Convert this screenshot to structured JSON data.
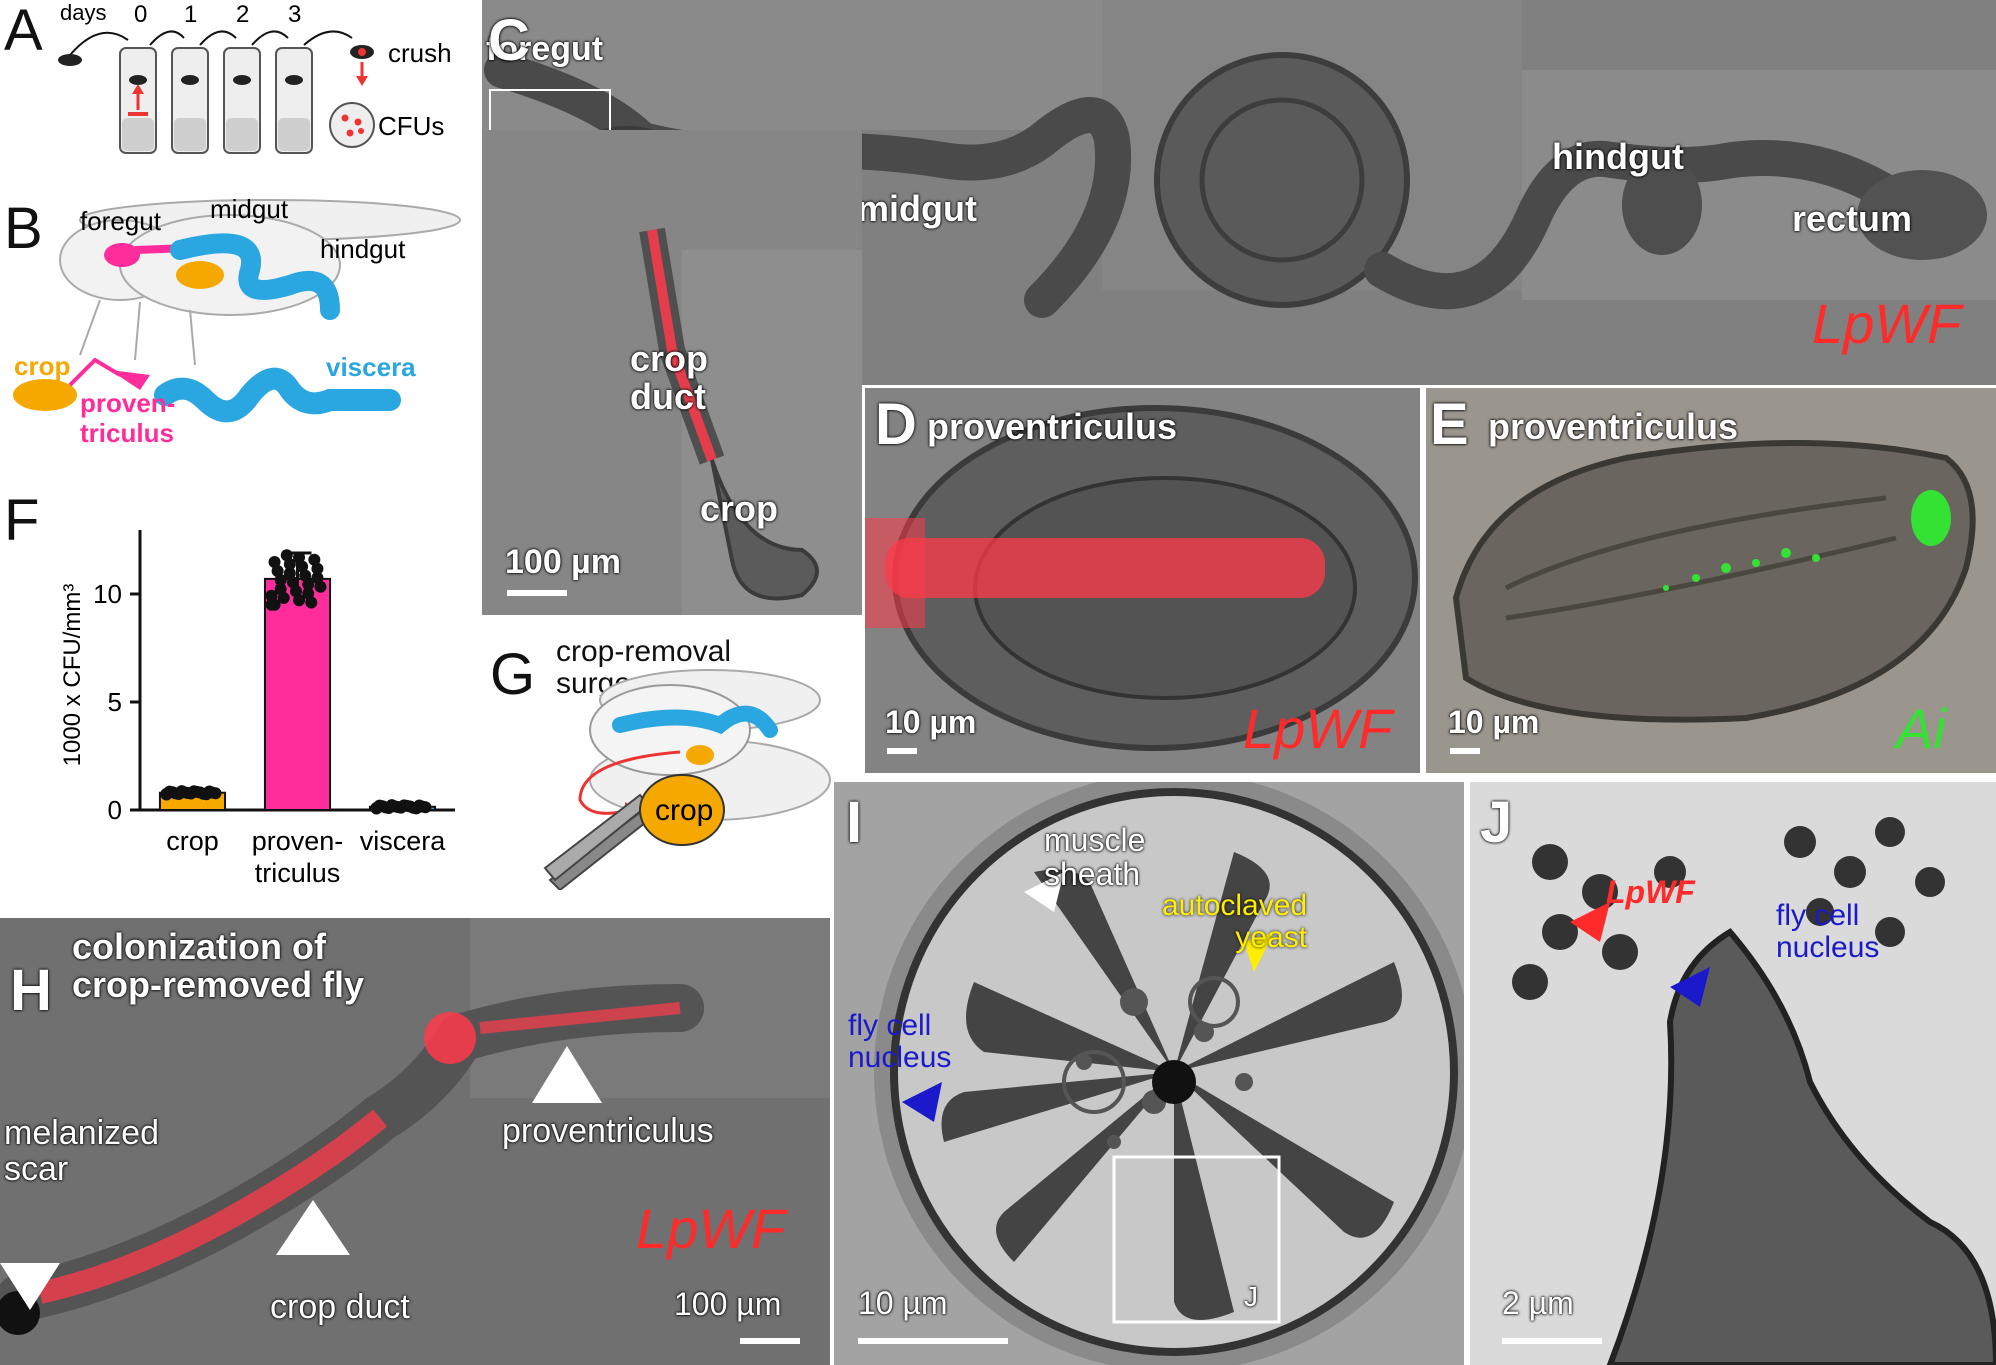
{
  "panels": {
    "a": {
      "letter": "A",
      "days_label": "days",
      "day_ticks": [
        "0",
        "1",
        "2",
        "3"
      ],
      "crush_label": "crush",
      "cfus_label": "CFUs"
    },
    "b": {
      "letter": "B",
      "foregut": "foregut",
      "midgut": "midgut",
      "hindgut": "hindgut",
      "crop": "crop",
      "proventriculus": "proven-\ntriculus",
      "viscera": "viscera"
    },
    "c": {
      "letter": "C",
      "foregut": "foregut",
      "midgut": "midgut",
      "hindgut": "hindgut",
      "rectum": "rectum",
      "crop_duct": "crop\nduct",
      "crop": "crop",
      "scale": "100 µm",
      "strain": "LpWF"
    },
    "d": {
      "letter": "D",
      "title": "proventriculus",
      "scale": "10 µm",
      "strain": "LpWF"
    },
    "e": {
      "letter": "E",
      "title": "proventriculus",
      "scale": "10 µm",
      "strain": "Ai"
    },
    "f": {
      "letter": "F"
    },
    "g": {
      "letter": "G",
      "title": "crop-removal\nsurgery",
      "crop": "crop"
    },
    "h": {
      "letter": "H",
      "title": "colonization of\ncrop-removed fly",
      "melanized_scar": "melanized\nscar",
      "crop_duct": "crop duct",
      "proventriculus": "proventriculus",
      "strain": "LpWF",
      "scale": "100 µm"
    },
    "i": {
      "letter": "I",
      "muscle_sheath": "muscle\nsheath",
      "autoclaved_yeast": "autoclaved\nyeast",
      "fly_cell_nucleus": "fly cell\nnucleus",
      "scale": "10 µm",
      "inset": "J"
    },
    "j": {
      "letter": "J",
      "strain": "LpWF",
      "fly_cell_nucleus": "fly cell\nnucleus",
      "scale": "2 µm"
    }
  },
  "colors": {
    "crop": "#f5a800",
    "proventriculus": "#ff2d9b",
    "viscera": "#2aa6e0",
    "red": "#ff2a2a",
    "green": "#34e234",
    "blue": "#1a1acc",
    "yellow": "#ffee00"
  },
  "chart_data": {
    "type": "bar",
    "categories": [
      "crop",
      "proven-\ntriculus",
      "viscera"
    ],
    "values": [
      0.8,
      10.7,
      0.15
    ],
    "ylabel": "1000 x CFU/mm³",
    "ylim": [
      0,
      12.5
    ],
    "yticks": [
      0,
      5,
      10
    ],
    "colors": [
      "#f5a800",
      "#ff2d9b",
      "#2aa6e0"
    ]
  }
}
